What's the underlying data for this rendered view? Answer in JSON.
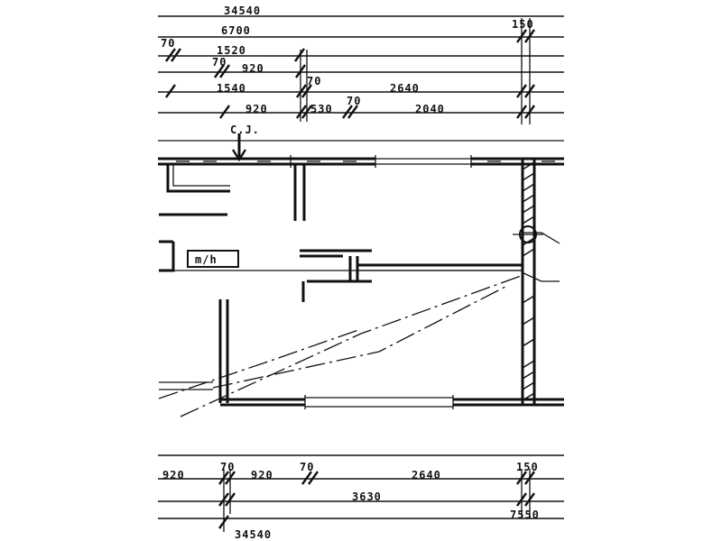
{
  "top_dimensions": {
    "row1": {
      "overall": "34540"
    },
    "row2": {
      "total": "6700",
      "right": "150"
    },
    "row3": {
      "small": "70",
      "segment": "1520"
    },
    "row4": {
      "small": "70",
      "segment": "920"
    },
    "row5": {
      "segment": "1540",
      "small": "70",
      "span": "2640"
    },
    "row6": {
      "segment": "920",
      "segment2": "530",
      "small": "70",
      "span": "2040"
    }
  },
  "plan": {
    "joint_label": "C.J.",
    "room_tag": "m/h"
  },
  "bottom_dimensions": {
    "row1": {
      "seg_a": "920",
      "small_a": "70",
      "seg_b": "920",
      "small_b": "70",
      "span": "2640",
      "right": "150"
    },
    "row2": {
      "span": "3630",
      "right": "7550"
    },
    "row3": {
      "overall": "34540"
    }
  }
}
